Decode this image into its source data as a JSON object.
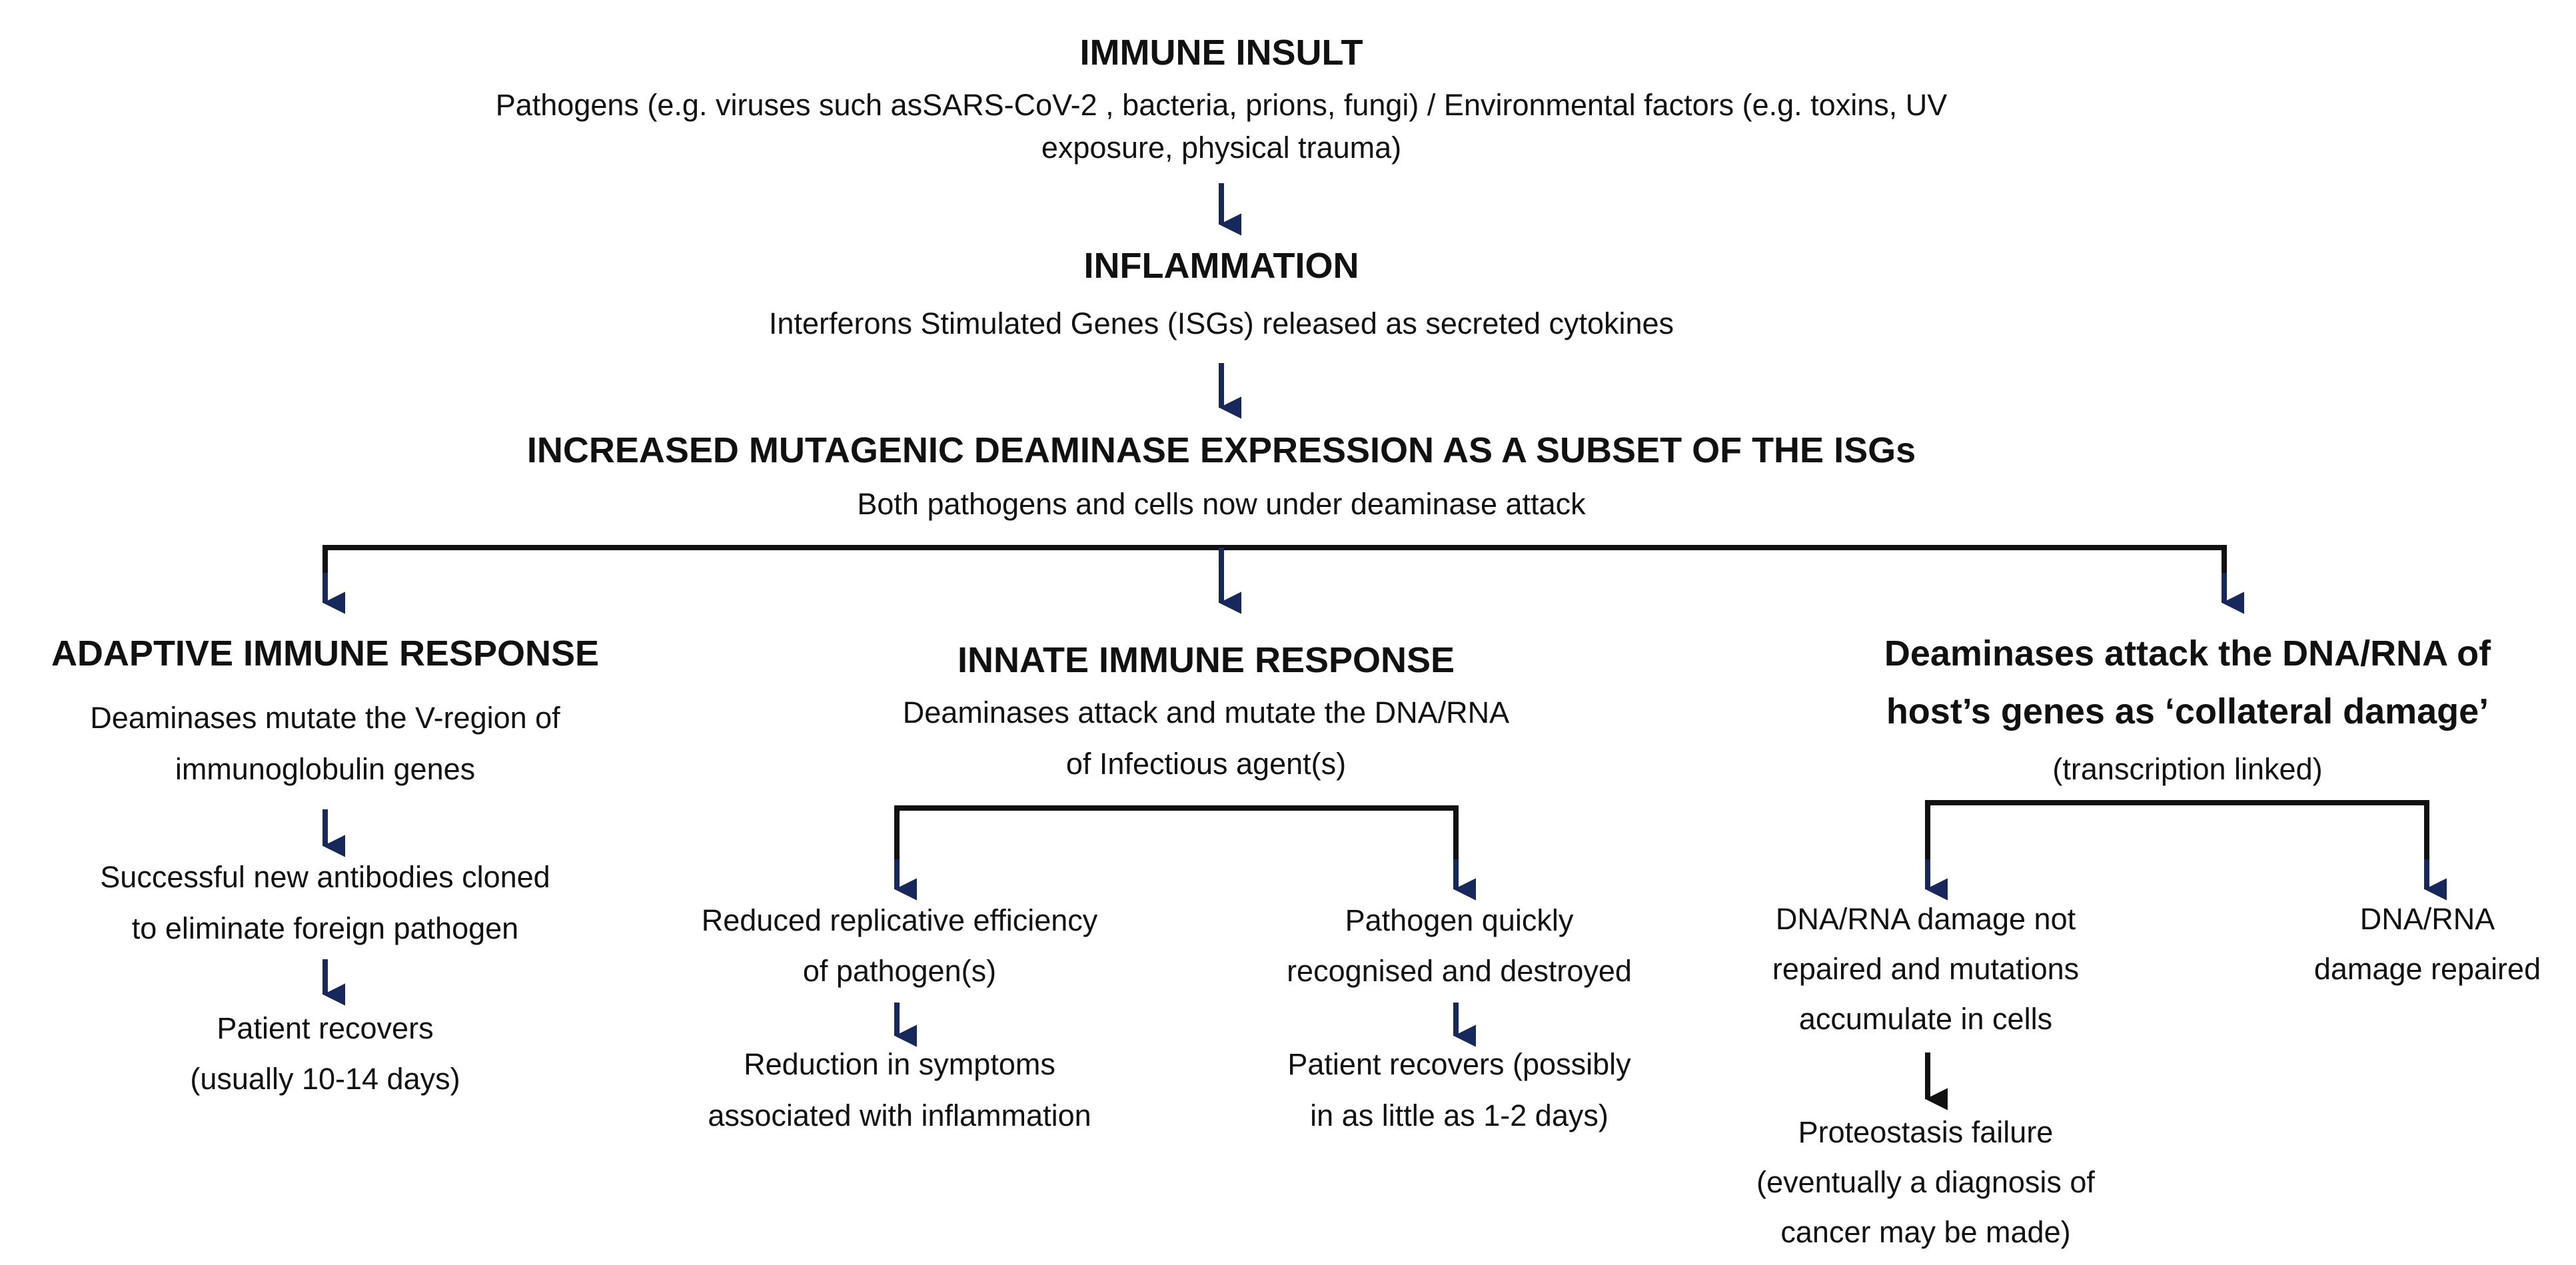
{
  "colors": {
    "arrow": "#17285c",
    "black_arrow": "#111111",
    "text": "#111111"
  },
  "immune_insult": {
    "title": "IMMUNE INSULT",
    "line1": "Pathogens (e.g. viruses such asSARS-CoV-2 , bacteria, prions, fungi) / Environmental factors (e.g. toxins, UV",
    "line2": "exposure, physical trauma)"
  },
  "inflammation": {
    "title": "INFLAMMATION",
    "line1": "Interferons  Stimulated Genes (ISGs) released as secreted cytokines"
  },
  "deaminase_expression": {
    "title": "INCREASED  MUTAGENIC DEAMINASE  EXPRESSION  AS A SUBSET  OF THE  ISGs",
    "line1": "Both pathogens and cells now under deaminase attack"
  },
  "adaptive": {
    "title": "ADAPTIVE  IMMUNE RESPONSE",
    "desc1": "Deaminases mutate the V-region of",
    "desc2": "immunoglobulin genes",
    "step1a": "Successful  new antibodies cloned",
    "step1b": "to eliminate foreign pathogen",
    "step2a": "Patient recovers",
    "step2b": "(usually 10-14 days)"
  },
  "innate": {
    "title": "INNATE  IMMUNE RESPONSE",
    "desc1": "Deaminases  attack  and mutate  the DNA/RNA",
    "desc2": "of Infectious  agent(s)",
    "left_a": "Reduced replicative efficiency",
    "left_b": "of pathogen(s)",
    "left2_a": "Reduction in symptoms",
    "left2_b": "associated with inflammation",
    "right_a": "Pathogen quickly",
    "right_b": "recognised and destroyed",
    "right2_a": "Patient recovers (possibly",
    "right2_b": "in as little as 1-2 days)"
  },
  "collateral": {
    "title1": "Deaminases attack the DNA/RNA  of",
    "title2": "host’s genes as ‘collateral damage’",
    "note": "(transcription linked)",
    "left_a": "DNA/RNA damage not",
    "left_b": "repaired and mutations",
    "left_c": "accumulate in cells",
    "left2_a": "Proteostasis failure",
    "left2_b": "(eventually a diagnosis of",
    "left2_c": "cancer may be made)",
    "right_a": "DNA/RNA",
    "right_b": "damage repaired"
  }
}
